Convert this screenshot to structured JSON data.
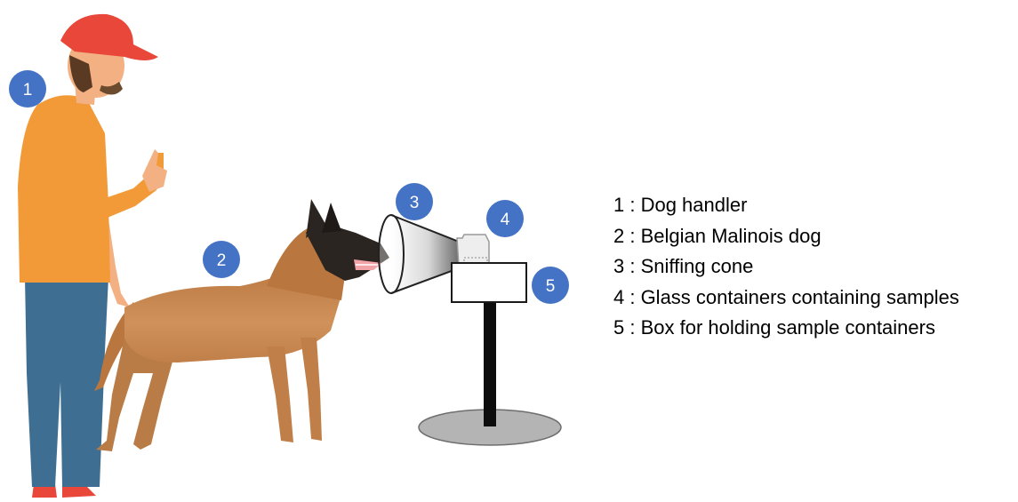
{
  "colors": {
    "marker": "#4472c4",
    "cap": "#e8473a",
    "shirt": "#f39a38",
    "jeans": "#3e6f93",
    "skin": "#f3b183",
    "dog": "#c9864f",
    "dog_dark": "#2b2521"
  },
  "markers": [
    {
      "number": "1"
    },
    {
      "number": "2"
    },
    {
      "number": "3"
    },
    {
      "number": "4"
    },
    {
      "number": "5"
    }
  ],
  "legend": [
    {
      "text": "1 : Dog handler"
    },
    {
      "text": "2 : Belgian Malinois dog"
    },
    {
      "text": "3 : Sniffing cone"
    },
    {
      "text": "4 : Glass containers containing samples"
    },
    {
      "text": "5 : Box for holding sample containers"
    }
  ]
}
